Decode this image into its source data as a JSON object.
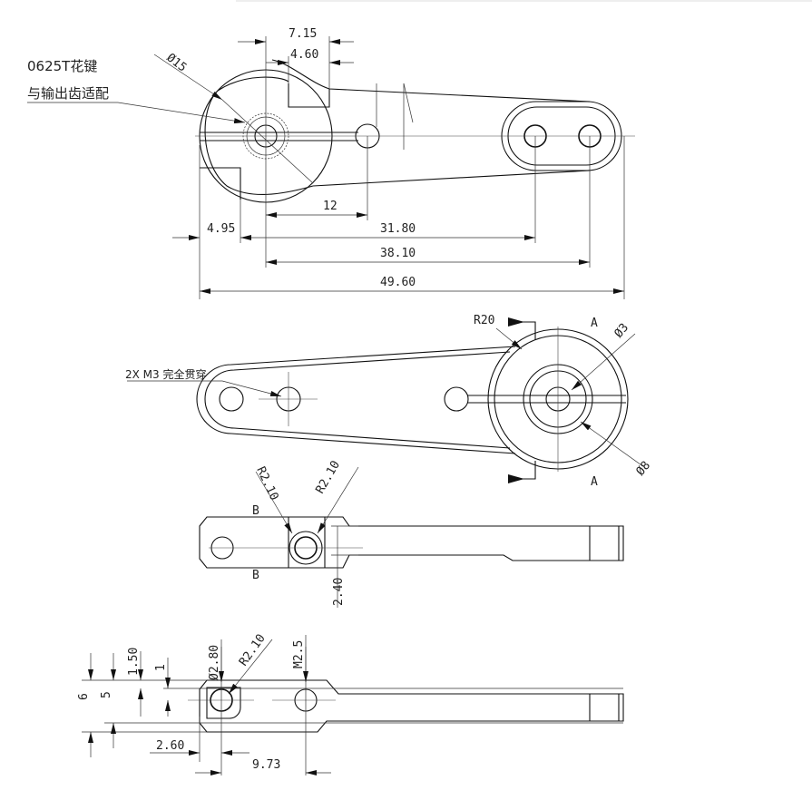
{
  "top_view": {
    "note_line1": "0625T花键",
    "note_line2": "与输出齿适配",
    "dia_label": "Ø15",
    "dims": {
      "d715": "7.15",
      "d460": "4.60",
      "d12": "12",
      "d495": "4.95",
      "d3180": "31.80",
      "d3810": "38.10",
      "d4960": "49.60"
    }
  },
  "plan_view": {
    "r20": "R20",
    "section_a_top": "A",
    "section_a_bottom": "A",
    "dia3": "Ø3",
    "dia8": "Ø8",
    "holes_note": "2X M3 完全贯穿"
  },
  "side_view_b": {
    "b_top": "B",
    "b_bottom": "B",
    "r_left": "R2.10",
    "r_right": "R2.10",
    "d240": "2.40"
  },
  "section_view": {
    "d6": "6",
    "d5": "5",
    "d150": "1.50",
    "d1": "1",
    "dia280": "Ø2.80",
    "r210": "R2.10",
    "m25": "M2.5",
    "d260": "2.60",
    "d973": "9.73"
  }
}
